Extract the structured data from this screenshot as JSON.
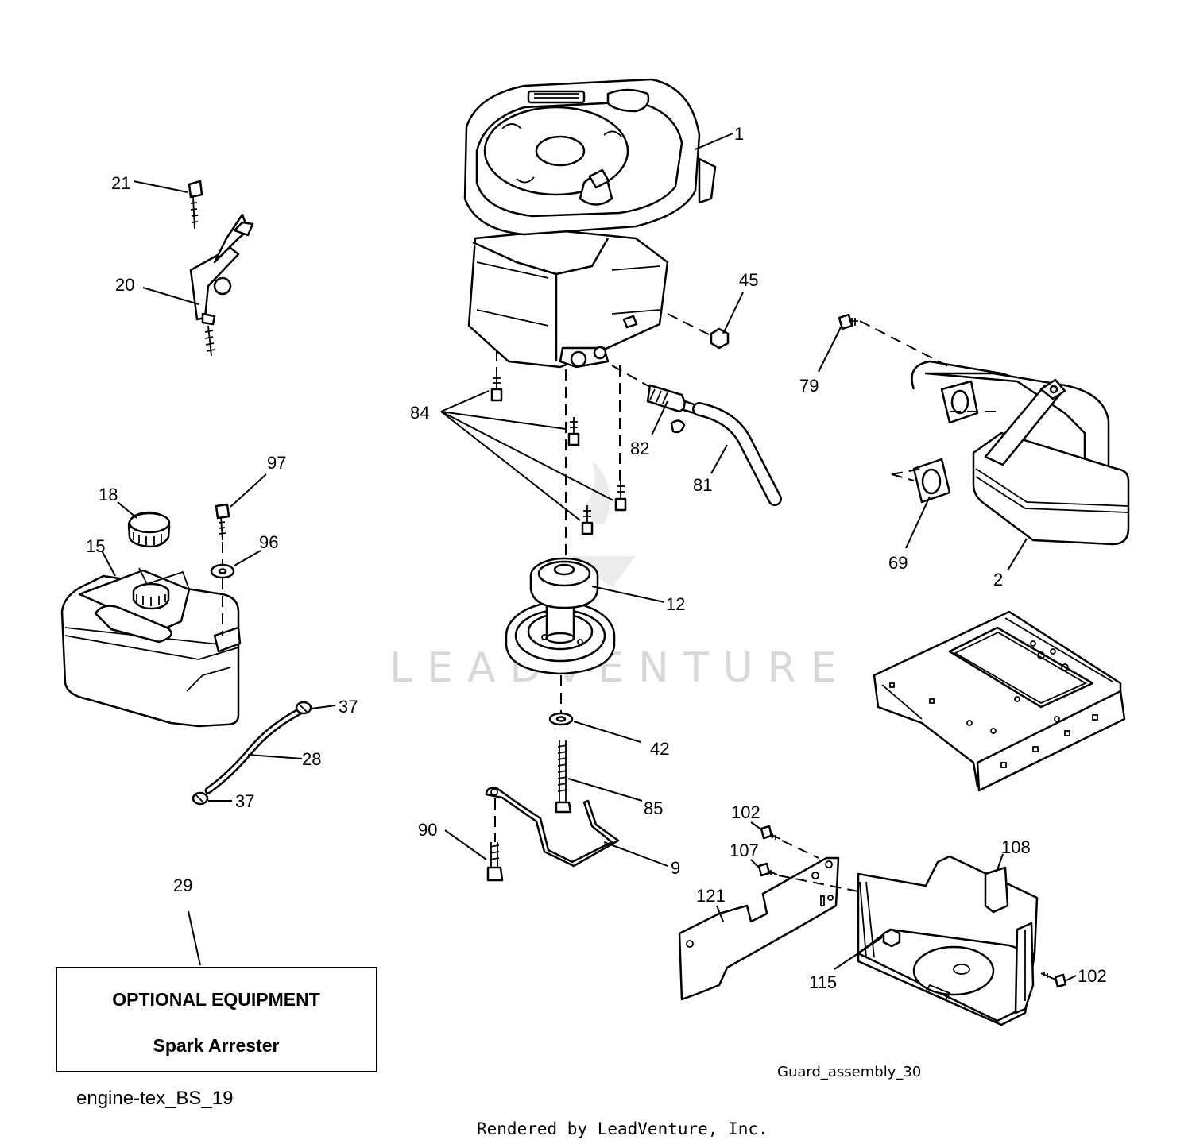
{
  "watermark": "LEADVENTURE",
  "callouts": {
    "c1": "1",
    "c2": "2",
    "c9": "9",
    "c12": "12",
    "c15": "15",
    "c18": "18",
    "c20": "20",
    "c21": "21",
    "c28": "28",
    "c29": "29",
    "c37a": "37",
    "c37b": "37",
    "c42": "42",
    "c45": "45",
    "c69": "69",
    "c79": "79",
    "c81": "81",
    "c82": "82",
    "c84": "84",
    "c85": "85",
    "c90": "90",
    "c96": "96",
    "c97": "97",
    "c102a": "102",
    "c102b": "102",
    "c107": "107",
    "c108": "108",
    "c115": "115",
    "c121": "121"
  },
  "optional_box": {
    "title": "OPTIONAL EQUIPMENT",
    "subtitle": "Spark Arrester"
  },
  "guard_caption": "Guard_assembly_30",
  "engine_caption": "engine-tex_BS_19",
  "footer": "Rendered by LeadVenture, Inc."
}
